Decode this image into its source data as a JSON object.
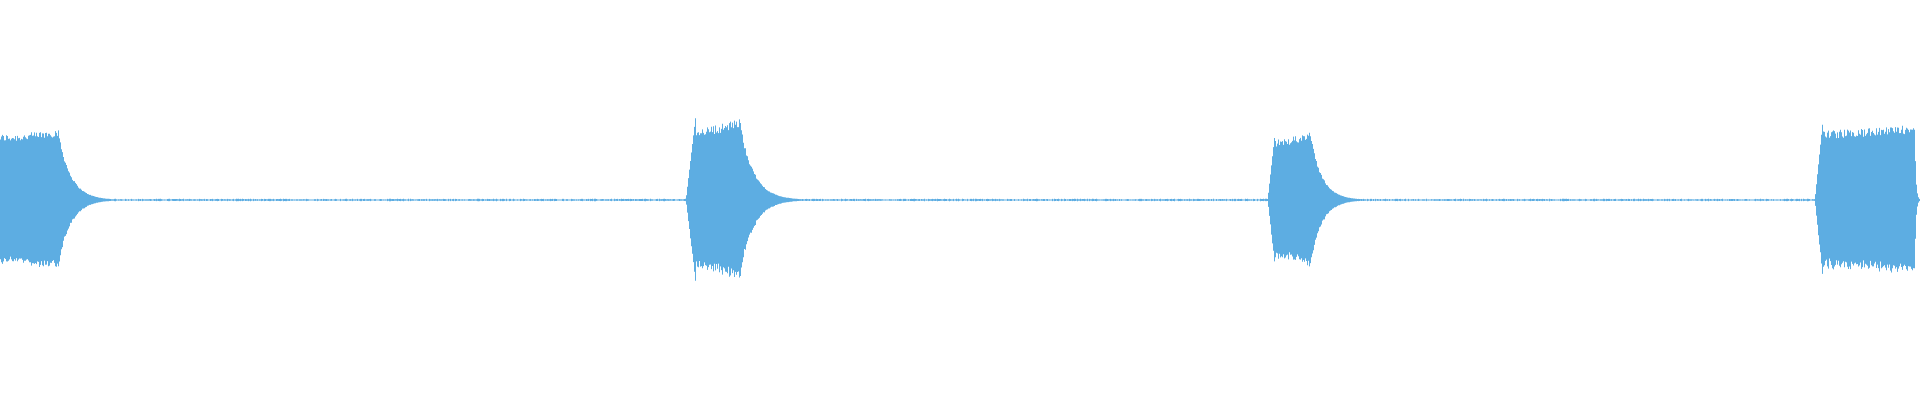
{
  "waveform": {
    "color": "#5dade2",
    "bursts": [
      {
        "start": 0.0,
        "attack": 0.0,
        "sustain_end": 0.03,
        "decay_end": 0.062,
        "peak": 0.36,
        "sustain_level": 0.33
      },
      {
        "start": 0.357,
        "attack": 0.005,
        "sustain_end": 0.385,
        "decay_end": 0.42,
        "peak": 0.41,
        "sustain_level": 0.36
      },
      {
        "start": 0.66,
        "attack": 0.004,
        "sustain_end": 0.682,
        "decay_end": 0.712,
        "peak": 0.35,
        "sustain_level": 0.3
      },
      {
        "start": 0.945,
        "attack": 0.004,
        "sustain_end": 0.997,
        "decay_end": 1.0,
        "peak": 0.38,
        "sustain_level": 0.35
      }
    ],
    "noise_floor": 0.004
  }
}
